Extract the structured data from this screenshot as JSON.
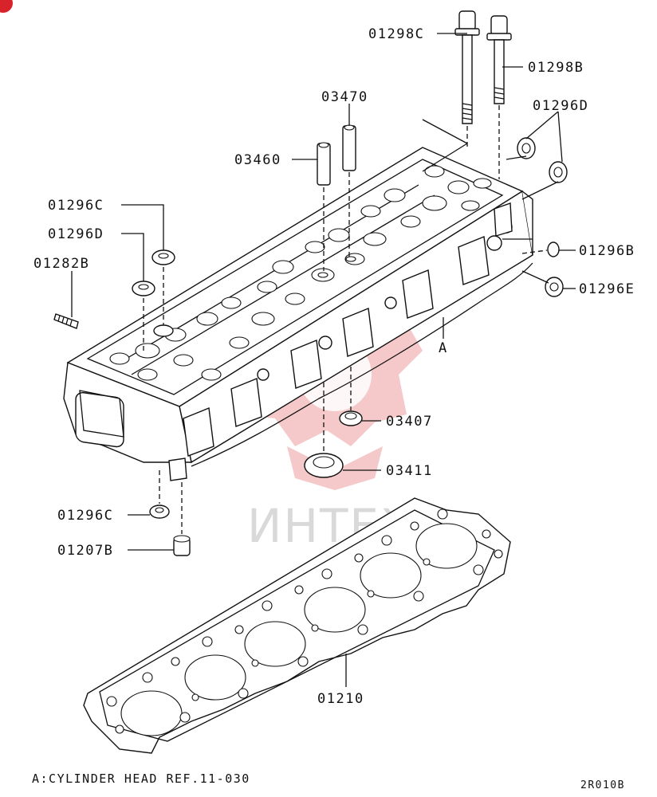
{
  "diagram": {
    "callouts": {
      "c01298C": "01298C",
      "c01298B": "01298B",
      "c03470": "03470",
      "c01296D_top": "01296D",
      "c03460": "03460",
      "c01296C_top": "01296C",
      "c01296D_left": "01296D",
      "c01282B": "01282B",
      "c01296B": "01296B",
      "c01296E": "01296E",
      "cA": "A",
      "c03407": "03407",
      "c03411": "03411",
      "c01296C_bottom": "01296C",
      "c01207B": "01207B",
      "c01210": "01210"
    },
    "footnote": "A:CYLINDER HEAD REF.11-030",
    "figure_code": "2R010B",
    "watermark_text": "ИНТЕХ",
    "watermark_color": "#f1b7b7"
  }
}
